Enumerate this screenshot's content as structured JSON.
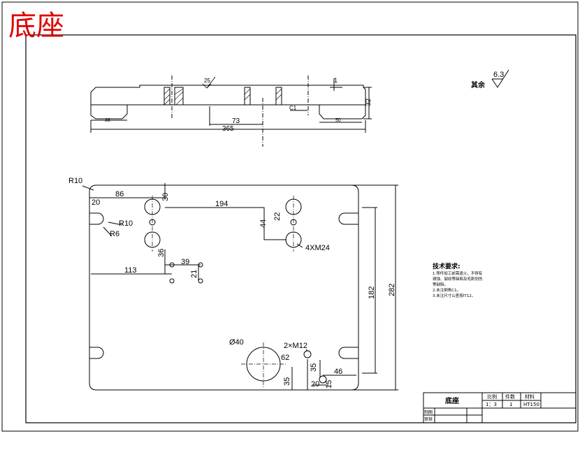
{
  "header": {
    "title": "底座",
    "title_color": "#e00000"
  },
  "colors": {
    "line": "#000000",
    "paper": "#ffffff"
  },
  "roughness": {
    "value": "6.3",
    "label": "其余",
    "section_mark": "25"
  },
  "section_view": {
    "dims": {
      "total_length": "365",
      "left_step": "38",
      "center_offset": "73",
      "right_step": "50",
      "height": "32",
      "groove": "1",
      "chamfer": "C1"
    }
  },
  "plan_view": {
    "dims": {
      "outer_radius": "R10",
      "hole_x": "86",
      "hole_y": "30",
      "slot_offset": "20",
      "slot_radius": "R10",
      "slot_inner_radius": "R6",
      "hole_spacing": "194",
      "small_dy": "22",
      "hole_dy": "44",
      "thread_callout": "4XM24",
      "pin_dy": "36",
      "pin_dx": "39",
      "pin_small_dy": "21",
      "pin_x": "113",
      "inner_height": "182",
      "overall_height": "282",
      "bore": "Ø40",
      "thread2": "2×M12",
      "bore_dx": "62",
      "bore_dy": "35",
      "m12_x": "46",
      "m12_dx": "20",
      "m12_dy": "15",
      "bore_bottom": "35"
    }
  },
  "tech_notes": {
    "title": "技术要求:",
    "lines": [
      "1.零件加工前需退火，不得有",
      "锈蚀、裂纹等缺陷及毛刺划伤",
      "等缺陷。",
      "2.未注倒角C1。",
      "3.未注尺寸公差按IT12。"
    ]
  },
  "title_block": {
    "part_name": "底座",
    "scale_header": "比例",
    "qty_header": "件数",
    "material_header": "材料",
    "scale": "1：3",
    "qty": "1",
    "material": "HT150",
    "drawn_label": "制图",
    "checked_label": "审核"
  }
}
